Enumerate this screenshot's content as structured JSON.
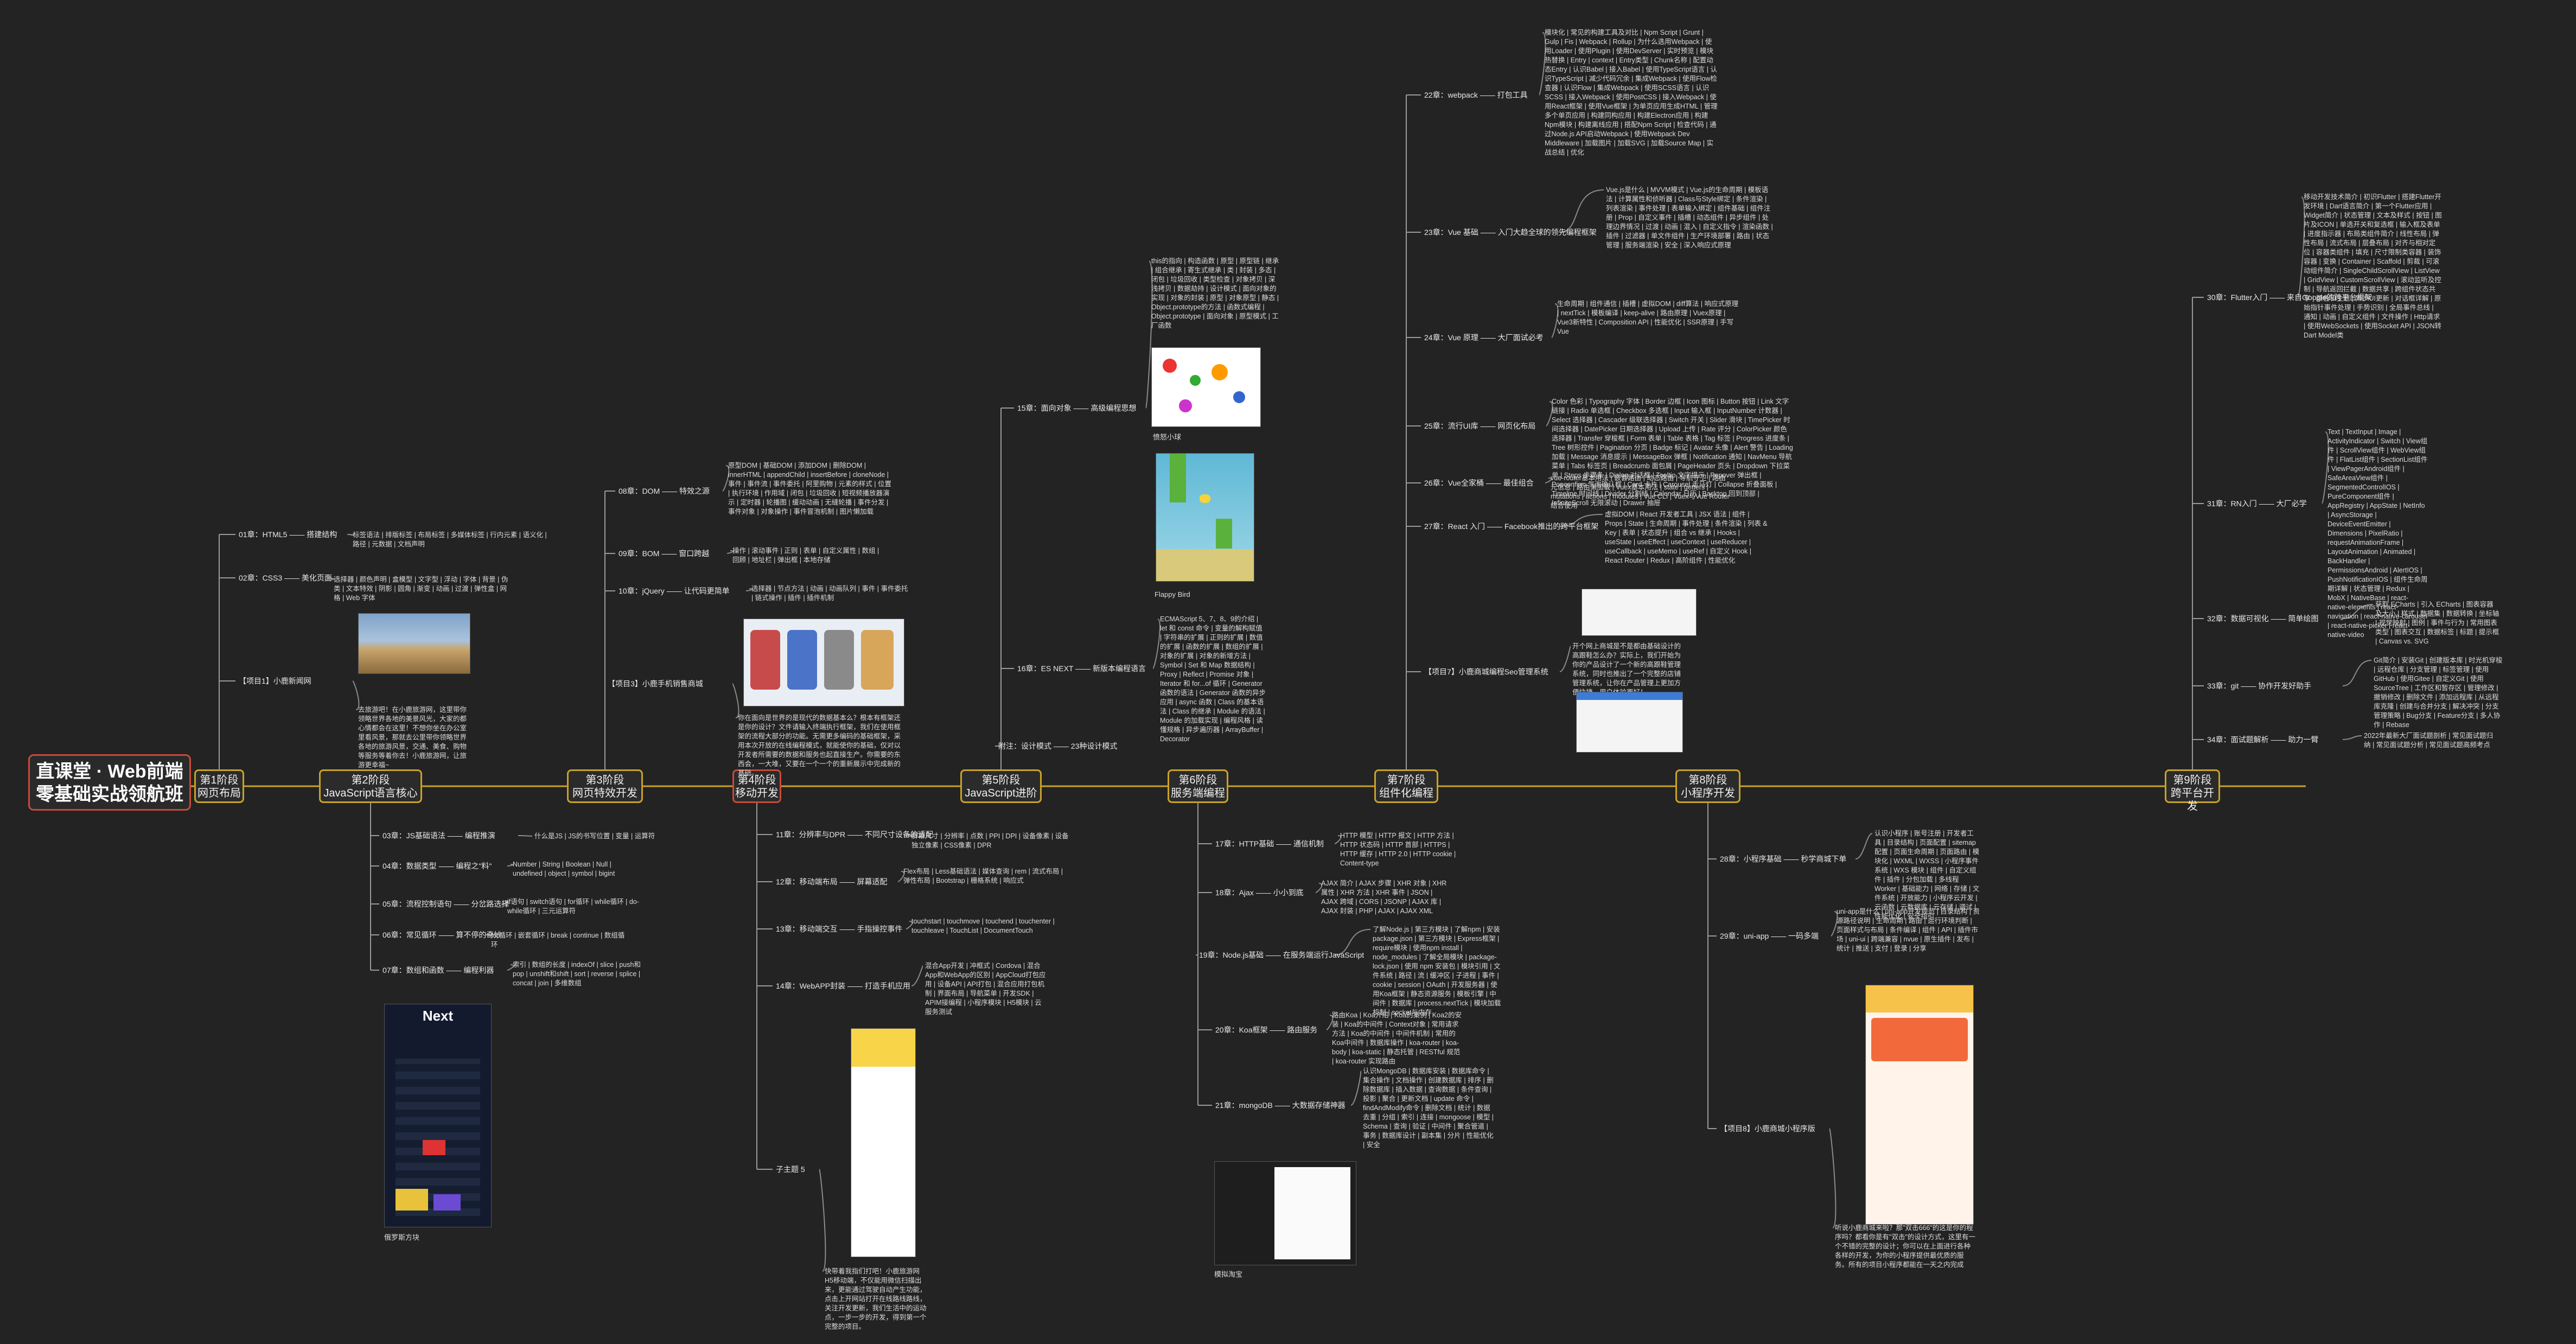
{
  "root": {
    "title": "直课堂 · Web前端",
    "subtitle": "零基础实战领航班"
  },
  "stages": [
    {
      "id": "s1",
      "line1": "第1阶段",
      "line2": "网页布局"
    },
    {
      "id": "s2",
      "line1": "第2阶段",
      "line2": "JavaScript语言核心"
    },
    {
      "id": "s3",
      "line1": "第3阶段",
      "line2": "网页特效开发"
    },
    {
      "id": "s4",
      "line1": "第4阶段",
      "line2": "移动开发"
    },
    {
      "id": "s5",
      "line1": "第5阶段",
      "line2": "JavaScript进阶"
    },
    {
      "id": "s6",
      "line1": "第6阶段",
      "line2": "服务端编程"
    },
    {
      "id": "s7",
      "line1": "第7阶段",
      "line2": "组件化编程"
    },
    {
      "id": "s8",
      "line1": "第8阶段",
      "line2": "小程序开发"
    },
    {
      "id": "s9",
      "line1": "第9阶段",
      "line2": "跨平台开发"
    }
  ],
  "branches": {
    "html5": "01章：HTML5 —— 搭建结构",
    "css3": "02章：CSS3 —— 美化页面",
    "project1": "【项目1】小鹿新闻网",
    "js_intro": "03章：JS基础语法 —— 编程推演",
    "datatype": "04章：数据类型 —— 编程之\"料\"",
    "flow": "05章：流程控制语句 —— 分岔路选择",
    "loop": "06章：常见循环 —— 算不停的奇妙",
    "array": "07章：数组和函数 —— 编程利器",
    "dom": "08章：DOM —— 特效之源",
    "bom": "09章：BOM —— 窗口跨越",
    "jquery": "10章：jQuery —— 让代码更简单",
    "project3": "【项目3】小鹿手机销售商城",
    "mobile11": "11章：分辨率与DPR —— 不同尺寸设备的适配",
    "mobile12": "12章：移动端布局 —— 屏幕适配",
    "mobile13": "13章：移动端交互 —— 手指操控事件",
    "mobile14": "14章：WebAPP封装 —— 打造手机应用",
    "project5": "子主题 5",
    "canvas15": "15章：面向对象 —— 高级编程思想",
    "es16": "16章：ES NEXT —— 新版本编程语言",
    "design": "附注：设计模式 —— 23种设计模式",
    "http": "17章：HTTP基础 —— 通信机制",
    "ajax": "18章：Ajax —— 小小到底",
    "node": "19章：Node.js基础 —— 在服务端运行JavaScript",
    "koa": "20章：Koa框架 —— 路由服务",
    "mongo": "21章：mongoDB —— 大数据存储神器",
    "webpack": "22章：webpack —— 打包工具",
    "vuebase": "23章：Vue 基础 —— 入门大趋全球的领先编程框架",
    "vueadv": "24章：Vue 原理 —— 大厂面试必考",
    "vueui": "25章：流行UI库 —— 网页化布局",
    "vuex": "26章：Vue全家桶 —— 最佳组合",
    "react": "27章：React 入门 —— Facebook推出的跨平台框架",
    "project7": "【项目7】小鹿商城编程Seo管理系统",
    "mini28": "28章：小程序基础 —— 秒学商城下单",
    "uniapp": "29章：uni-app —— 一码多端",
    "project8": "【项目8】小鹿商城小程序版",
    "flutter": "30章：Flutter入门 —— 来自Google的跨平台框架",
    "rn": "31章：RN入门 —— 大厂必学",
    "echarts": "32章：数据可视化 —— 简单绘图",
    "git": "33章：git —— 协作开发好助手",
    "deploy": "34章：面试题解析 —— 助力一臂"
  },
  "leaves": {
    "html5": "标签语法 | 排版标签 | 布局标签 | 多媒体标签 | 行内元素 | 语义化 | 路径 | 元数据 | 文档声明",
    "css3": "选择器 | 颜色声明 | 盒模型 | 文字型 | 浮动 | 字体 | 背景 | 伪类 | 文本特效 | 阴影 | 圆角 | 渐变 | 动画 | 过渡 | 弹性盒 | 网格 | Web 字体",
    "project1": "去旅游吧！在小鹿旅游网，这里带你领略世界各地的美景风光，大家的都心情都会在这里！不想你坐在办公室里看风景，那就去公里带你领略世界各地的旅游风景，交通、美食、购物等服务等着你去！小鹿旅游网，让旅游更幸福~",
    "js_intro": "什么是JS | JS的书写位置 | 变量 | 运算符",
    "datatype": "Number | String | Boolean | Null | undefined | object | symbol | bigint",
    "flow": "if语句 | switch语句 | for循环 | while循环 | do-while循环 | 三元运算符",
    "loop": "for循环 | 嵌套循环 | break | continue | 数组循环",
    "array": "索引 | 数组的长度 | indexOf | slice | push和pop | unshift和shift | sort | reverse | splice | concat | join | 多维数组",
    "dom": "原型DOM | 基础DOM | 添加DOM | 删除DOM | innerHTML | appendChild | insertBefore | cloneNode | 事件 | 事件流 | 事件委托 | 阿里购物 | 元素的样式 | 位置 | 执行环境 | 作用域 | 闭包 | 垃圾回收 | 短视频播放器演示 | 定时器 | 轮播图 | 缓动动画 | 无缝轮播 | 事件分发 | 事件对象 | 对象操作 | 事件冒泡机制 | 图片懒加载",
    "bom": "操作 | 滚动事件 | 正则 | 表单 | 自定义属性 | 数组 | 回顾 | 地址栏 | 弹出框 | 本地存储",
    "jquery": "选择器 | 节点方法 | 动画 | 动画队列 | 事件 | 事件委托 | 链式操作 | 插件 | 插件机制",
    "project3": "你在面向是世界的是现代的数据基本么？根本有框架还是你的设计？文件请输入终端执行框架，我们在使用框架的流程大部分的功能。无需更多编码的基础框架，采用本次开放的在线编程模式，就能使你的基础，仅对以开发者所需要的数据和服务也起直接生产。你需要的东西会，一大堆，又要在一个一个的重新展示中完成新的基础。",
    "mobile11": "屏幕尺寸 | 分辨率 | 点数 | PPI | DPI | 设备像素 | 设备独立像素 | CSS像素 | DPR",
    "mobile12": "Flex布局 | Less基础语法 | 媒体查询 | rem | 流式布局 | 弹性布局 | Bootstrap | 栅格系统 | 响应式",
    "mobile13": "touchstart | touchmove | touchend | touchenter | touchleave | TouchList | DocumentTouch",
    "mobile14": "混合App开发 | 冲框式 | Cordova | 混合App和WebApp的区别 | AppCloud打包应用 | 设备API | API打包 | 混合应用打包机制 | 界面布局 | 导航菜单 | 开发SDK | APIM接编程 | 小程序模块 | H5模块 | 云服务测试",
    "project5": "快带着我指们打吧！小鹿旅游网H5移动端，不仅能用微信扫描出来，更能通过驾驶自动产生功能，点击上开网站打开在线路线路线，关注开发更新，我们生活中的运动点，一步一步的开发，得到第一个完整的项目。",
    "canvas15": "this的指向 | 构造函数 | 原型 | 原型链 | 继承 | 组合继承 | 寄生式继承 | 类 | 封装 | 多态 | 闭包 | 垃圾回收 | 类型检查 | 对象拷贝 | 深浅拷贝 | 数据劫持 | 设计模式 | 面向对象的实现 | 对象的封装 | 原型 | 对象原型 | 静态 | Object.prototype的方法 | 函数式编程 | Object.prototype | 面向对象 | 原型模式 | 工厂函数",
    "es16": "ECMAScript 5、7、8、9的介绍 | let 和 const 命令 | 变量的解构赋值 | 字符串的扩展 | 正则的扩展 | 数值的扩展 | 函数的扩展 | 数组的扩展 | 对象的扩展 | 对象的新增方法 | Symbol | Set 和 Map 数据结构 | Proxy | Reflect | Promise 对象 | Iterator 和 for...of 循环 | Generator 函数的语法 | Generator 函数的异步应用 | async 函数 | Class 的基本语法 | Class 的继承 | Module 的语法 | Module 的加载实现 | 编程风格 | 读懂规格 | 异步遍历器 | ArrayBuffer | Decorator",
    "http": "HTTP 模型 | HTTP 报文 | HTTP 方法 | HTTP 状态码 | HTTP 首部 | HTTPS | HTTP 缓存 | HTTP 2.0 | HTTP cookie | Content-type",
    "ajax": "AJAX 简介 | AJAX 步骤 | XHR 对象 | XHR 属性 | XHR 方法 | XHR 事件 | JSON | AJAX 跨域 | CORS | JSONP | AJAX 库 | AJAX 封装 | PHP | AJAX | AJAX XML",
    "node": "了解Node.js | 第三方模块 | 了解npm | 安装package.json | 第三方模块 | Express框架 | require模块 | 使用npm install | node_modules | 了解全局模块 | package-lock.json | 使用 npm 安装包 | 模块引用 | 文件系统 | 路径 | 流 | 缓冲区 | 子进程 | 事件 | cookie | session | OAuth | 开发服务器 | 使用Koa框架 | 静态资源服务 | 模板引擎 | 中间件 | 数据库 | process.nextTick | 模块加载机制 | socket与内存",
    "koa": "路由Koa | Koa介绍 | Koa的案例 | Koa2的安装 | Koa的中间件 | Context对象 | 常用请求方法 | Koa的中间件 | 中间件机制 | 常用的Koa中间件 | 数据库操作 | koa-router | koa-body | koa-static | 静态托管 | RESTful 规范 | koa-router 实现路由",
    "mongo": "认识MongoDB | 数据库安装 | 数据库命令 | 集合操作 | 文档操作 | 创建数据库 | 排序 | 删除数据库 | 插入数据 | 查询数据 | 条件查询 | 投影 | 聚合 | 更新文档 | update 命令 | findAndModify命令 | 删除文档 | 统计 | 数据去重 | 分组 | 索引 | 连接 | mongoose | 模型 | Schema | 查询 | 验证 | 中间件 | 聚合管道 | 事务 | 数据库设计 | 副本集 | 分片 | 性能优化 | 安全",
    "webpack": "模块化 | 常见的构建工具及对比 | Npm Script | Grunt | Gulp | Fis | Webpack | Rollup | 为什么选用Webpack | 使用Loader | 使用Plugin | 使用DevServer | 实时预览 | 模块热替换 | Entry | context | Entry类型 | Chunk名称 | 配置动态Entry | 认识Babel | 接入Babel | 使用TypeScript语言 | 认识TypeScript | 减少代码冗余 | 集成Webpack | 使用Flow检查器 | 认识Flow | 集成Webpack | 使用SCSS语言 | 认识SCSS | 接入Webpack | 使用PostCSS | 接入Webpack | 使用React框架 | 使用Vue框架 | 为单页应用生成HTML | 管理多个单页应用 | 构建同构应用 | 构建Electron应用 | 构建Npm模块 | 构建离线应用 | 搭配Npm Script | 检查代码 | 通过Node.js API启动Webpack | 使用Webpack Dev Middleware | 加载图片 | 加载SVG | 加载Source Map | 实战总结 | 优化",
    "vuebase": "Vue.js是什么 | MVVM模式 | Vue.js的生命周期 | 模板语法 | 计算属性和侦听器 | Class与Style绑定 | 条件渲染 | 列表渲染 | 事件处理 | 表单输入绑定 | 组件基础 | 组件注册 | Prop | 自定义事件 | 插槽 | 动态组件 | 异步组件 | 处理边界情况 | 过渡 | 动画 | 混入 | 自定义指令 | 渲染函数 | 插件 | 过滤器 | 单文件组件 | 生产环境部署 | 路由 | 状态管理 | 服务端渲染 | 安全 | 深入响应式原理",
    "vueadv": "生命周期 | 组件通信 | 插槽 | 虚拟DOM | diff算法 | 响应式原理 | nextTick | 模板编译 | keep-alive | 路由原理 | Vuex原理 | Vue3新特性 | Composition API | 性能优化 | SSR原理 | 手写Vue",
    "vueui": "Color 色彩 | Typography 字体 | Border 边框 | Icon 图标 | Button 按钮 | Link 文字链接 | Radio 单选框 | Checkbox 多选框 | Input 输入框 | InputNumber 计数器 | Select 选择器 | Cascader 级联选择器 | Switch 开关 | Slider 滑块 | TimePicker 时间选择器 | DatePicker 日期选择器 | Upload 上传 | Rate 评分 | ColorPicker 颜色选择器 | Transfer 穿梭框 | Form 表单 | Table 表格 | Tag 标签 | Progress 进度条 | Tree 树形控件 | Pagination 分页 | Badge 标记 | Avatar 头像 | Alert 警告 | Loading 加载 | Message 消息提示 | MessageBox 弹框 | Notification 通知 | NavMenu 导航菜单 | Tabs 标签页 | Breadcrumb 面包屑 | PageHeader 页头 | Dropdown 下拉菜单 | Steps 步骤条 | Dialog 对话框 | Tooltip 文字提示 | Popover 弹出框 | Popconfirm 气泡确认框 | Card 卡片 | Carousel 走马灯 | Collapse 折叠面板 | Timeline 时间线 | Divider 分割线 | Calendar 日历 | Backtop 回到顶部 | InfiniteScroll 无限滚动 | Drawer 抽屉",
    "vuex": "vue-router基本用法 | 嵌套路由 | 动态路由 | 导航守卫 | 路由元信息 | 路由懒加载 | Vuex基本用法 | state | getters | mutations | actions | modules | Vue CLI | Vuex与Vue Router结合使用",
    "react": "虚拟DOM | React 开发者工具 | JSX 语法 | 组件 | Props | State | 生命周期 | 事件处理 | 条件渲染 | 列表 & Key | 表单 | 状态提升 | 组合 vs 继承 | Hooks | useState | useEffect | useContext | useReducer | useCallback | useMemo | useRef | 自定义 Hook | React Router | Redux | 高阶组件 | 性能优化",
    "project7": "开个网上商城是不是都由基础设计的高跟鞋怎么办？实际上，我们开始为你的产品设计了一个新的高跟鞋管理系统，同时也推出了一个完整的店铺管理系统，让你在产品管理上更加方便快捷，用户体验更好！",
    "mini28": "认识小程序 | 账号注册 | 开发者工具 | 目录结构 | 页面配置 | sitemap 配置 | 页面生命周期 | 页面路由 | 模块化 | WXML | WXSS | 小程序事件系统 | WXS 模块 | 组件 | 自定义组件 | 插件 | 分包加载 | 多线程 Worker | 基础能力 | 网络 | 存储 | 文件系统 | 开放能力 | 小程序云开发 | 云函数 | 云数据库 | 云存储 | 调试 | 性能优化 | 安全指引",
    "uniapp": "uni-app是什么 | uni-app开发规范 | 目录结构 | 资源路径说明 | 生命周期 | 路由 | 运行环境判断 | 页面样式与布局 | 条件编译 | 组件 | API | 插件市场 | uni-ui | 跨端兼容 | nvue | 原生插件 | 发布 | 统计 | 推送 | 支付 | 登录 | 分享",
    "project8": "听说小鹿商城来啦？那\"双击666\"的这是你的程序吗？都看你是有\"双击\"的设计方式，这里有一个不错的完整的设计；你可以在上面进行各种各样的开发，为你的小程序提供最优质的服务。所有的项目小程序都能在一天之内完成",
    "flutter": "移动开发技术简介 | 初识Flutter | 搭建Flutter开发环境 | Dart语言简介 | 第一个Flutter应用 | Widget简介 | 状态管理 | 文本及样式 | 按钮 | 图片及ICON | 单选开关和复选框 | 输入框及表单 | 进度指示器 | 布局类组件简介 | 线性布局 | 弹性布局 | 流式布局 | 层叠布局 | 对齐与相对定位 | 容器类组件 | 填充 | 尺寸限制类容器 | 装饰容器 | 变换 | Container | Scaffold | 剪裁 | 可滚动组件简介 | SingleChildScrollView | ListView | GridView | CustomScrollView | 滚动监听及控制 | 导航返回拦截 | 数据共享 | 跨组件状态共享 | 颜色和主题 | 异步UI更新 | 对话框详解 | 原始指针事件处理 | 手势识别 | 全局事件总线 | 通知 | 动画 | 自定义组件 | 文件操作 | Http请求 | 使用WebSockets | 使用Socket API | JSON转Dart Model类",
    "rn": "Text | TextInput | Image | ActivityIndicator | Switch | View组件 | ScrollView组件 | WebView组件 | FlatList组件 | SectionList组件 | ViewPagerAndroid组件 | SafeAreaView组件 | SegmentedControlIOS | PureComponent组件 | AppRegistry | AppState | NetInfo | AsyncStorage | DeviceEventEmitter | Dimensions | PixelRatio | requestAnimationFrame | LayoutAnimation | Animated | BackHandler | PermissionsAndroid | AlertIOS | PushNotificationIOS | 组件生命周期详解 | 状态管理 | Redux | MobX | NativeBase | react-native-elements | react-navigation | react-native-carousel | react-native-picker | react-native-video",
    "echarts": "获取 ECharts | 引入 ECharts | 图表容器及大小 | 样式 | 数据集 | 数据转换 | 坐标轴 | 视觉映射 | 图例 | 事件与行为 | 常用图表类型 | 图表交互 | 数据标签 | 标题 | 提示框 | Canvas vs. SVG",
    "git": "Git简介 | 安装Git | 创建版本库 | 时光机穿梭 | 远程仓库 | 分支管理 | 标签管理 | 使用GitHub | 使用Gitee | 自定义Git | 使用SourceTree | 工作区和暂存区 | 管理修改 | 撤销修改 | 删除文件 | 添加远程库 | 从远程库克隆 | 创建与合并分支 | 解决冲突 | 分支管理策略 | Bug分支 | Feature分支 | 多人协作 | Rebase",
    "deploy": "2022年最新大厂面试题剖析 | 常见面试题归纳 | 常见面试题分析 | 常见面试题高频考点"
  },
  "captions": {
    "tetris": "俄罗斯方块",
    "game": "愤怒小球",
    "flappy": "Flappy Bird",
    "social": "模拟淘宝",
    "tetris_next": "Next"
  }
}
